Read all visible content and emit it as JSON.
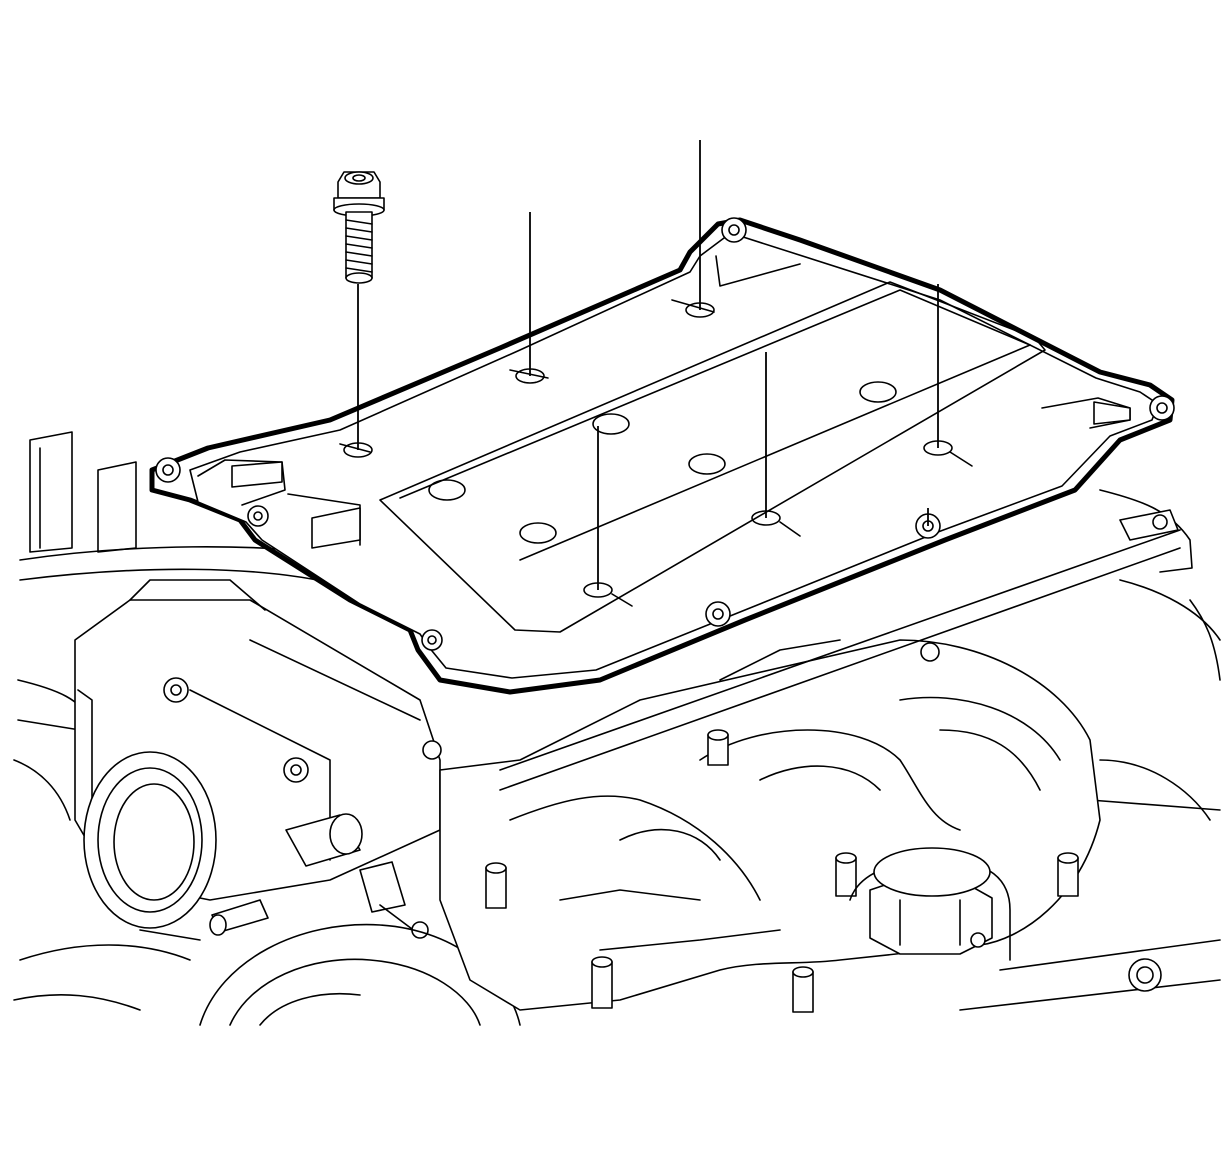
{
  "figure": {
    "background": "#ffffff",
    "line_color": "#000000",
    "parts": [
      {
        "name": "upper-intake-manifold-cover",
        "style": "outlined-bold"
      },
      {
        "name": "cover-bolt"
      },
      {
        "name": "throttle-body"
      },
      {
        "name": "intake-manifold"
      },
      {
        "name": "oil-filler-cap"
      },
      {
        "name": "cover-gasket",
        "style": "bold"
      }
    ],
    "bolt_leader_count": 7
  }
}
